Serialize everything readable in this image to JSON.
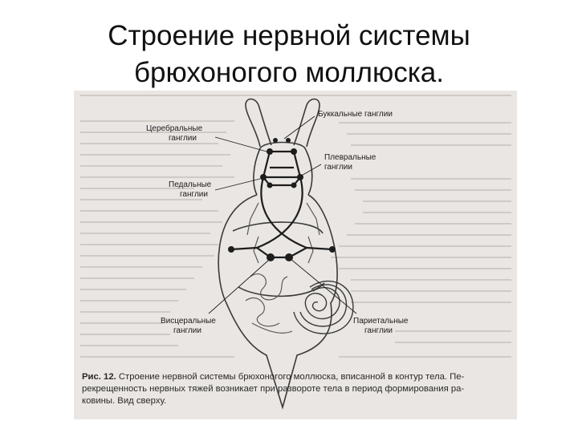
{
  "slide": {
    "title": "Строение нервной системы\nбрюхоногого моллюска."
  },
  "figure": {
    "labels": {
      "buccal_line1": "Буккальные ганглии",
      "cerebral_line1": "Церебральные",
      "cerebral_line2": "ганглии",
      "pleural_line1": "Плевральные",
      "pleural_line2": "ганглии",
      "pedal_line1": "Педальные",
      "pedal_line2": "ганглии",
      "visceral_line1": "Висцеральные",
      "visceral_line2": "ганглии",
      "parietal_line1": "Париетальные",
      "parietal_line2": "ганглии"
    },
    "caption": {
      "fig_label": "Рис. 12.",
      "text": " Строение нервной системы брюхоногого моллюска, вписанной в контур тела. Пе-\nрекрещенность нервных тяжей возникает при развороте тела в период формирования ра-\nковины. Вид сверху."
    },
    "colors": {
      "page_bg": "#e9e6e3",
      "ink": "#1d1d1d",
      "faint_text": "#cfcac6"
    }
  }
}
